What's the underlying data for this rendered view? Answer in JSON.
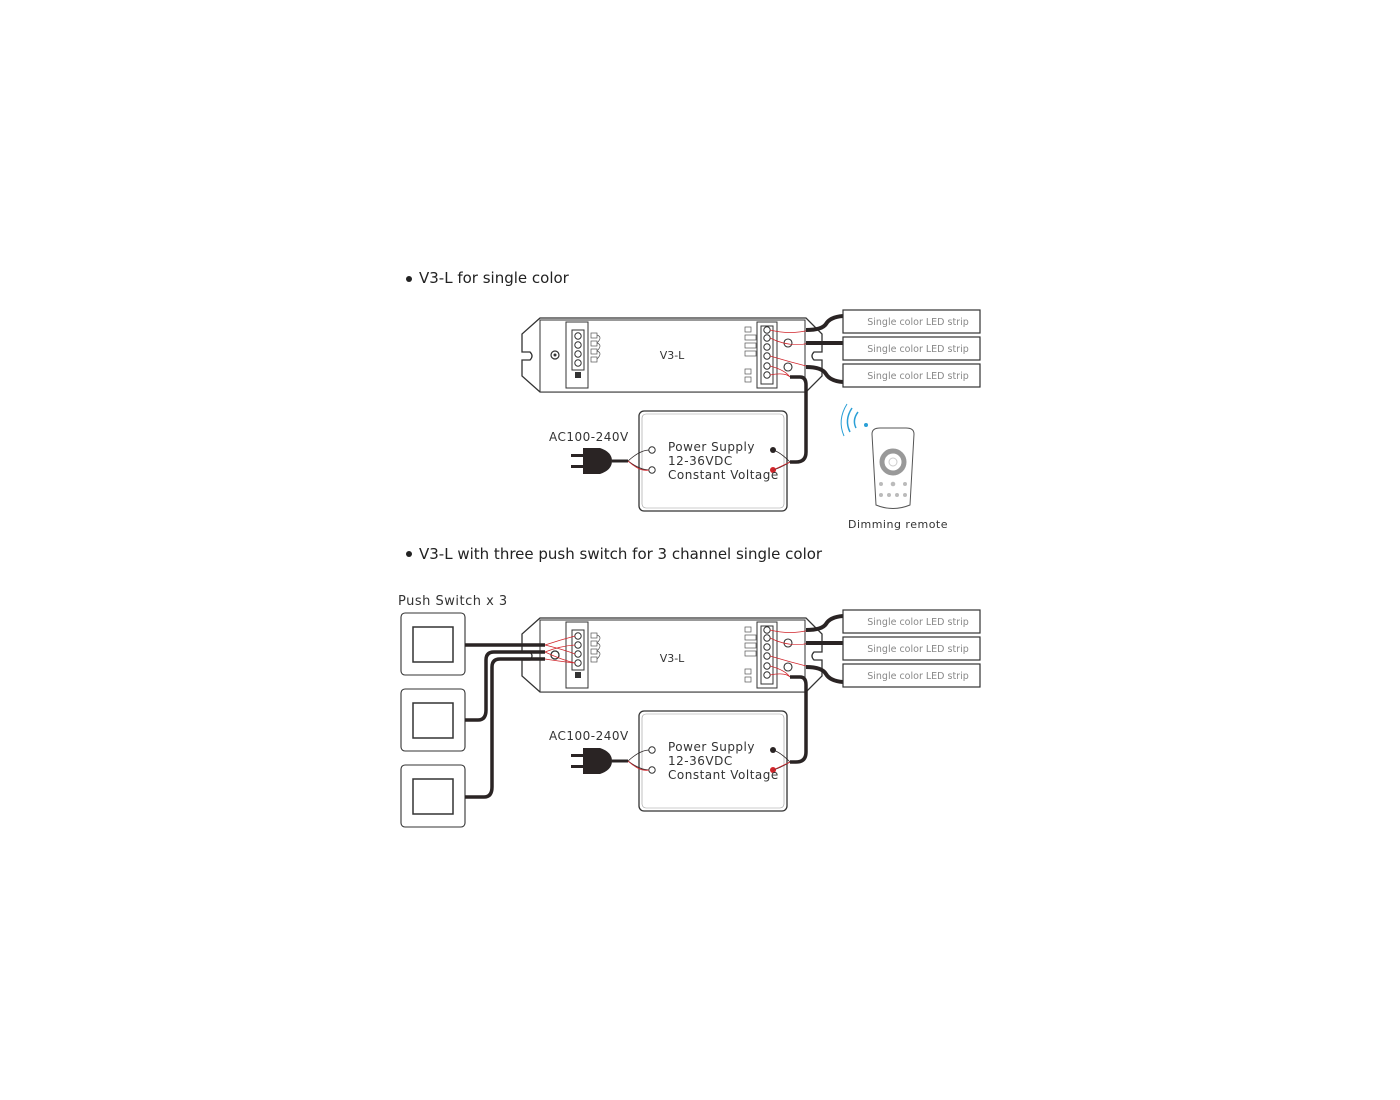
{
  "sections": [
    {
      "title": "V3-L for single color",
      "controller": {
        "label": "V3-L"
      },
      "strips": [
        "Single color LED strip",
        "Single color LED strip",
        "Single color LED strip"
      ],
      "power_supply": {
        "line1": "Power Supply",
        "line2": "12-36VDC",
        "line3": "Constant Voltage"
      },
      "ac_label": "AC100-240V",
      "remote_label": "Dimming remote"
    },
    {
      "title": "V3-L with three push switch for 3 channel single color",
      "switch_label": "Push Switch x 3",
      "controller": {
        "label": "V3-L"
      },
      "strips": [
        "Single color LED strip",
        "Single color LED strip",
        "Single color LED strip"
      ],
      "power_supply": {
        "line1": "Power Supply",
        "line2": "12-36VDC",
        "line3": "Constant Voltage"
      },
      "ac_label": "AC100-240V"
    }
  ],
  "colors": {
    "wire": "#2a2424",
    "red_wire": "#d0262c",
    "signal": "#2a9fd6"
  }
}
